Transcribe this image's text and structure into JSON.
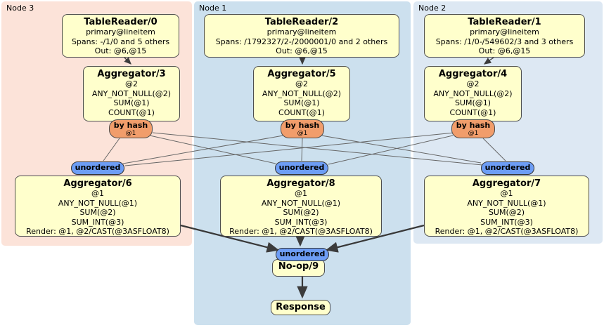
{
  "regions": [
    {
      "label": "Node 3"
    },
    {
      "label": "Node 1"
    },
    {
      "label": "Node 2"
    }
  ],
  "processors": {
    "tablereader0": {
      "title": "TableReader/0",
      "index": "primary@lineitem",
      "spans": "Spans: -/1/0 and 5 others",
      "out": "Out: @6,@15"
    },
    "tablereader2": {
      "title": "TableReader/2",
      "index": "primary@lineitem",
      "spans": "Spans: /1792327/2-/2000001/0 and 2 others",
      "out": "Out: @6,@15"
    },
    "tablereader1": {
      "title": "TableReader/1",
      "index": "primary@lineitem",
      "spans": "Spans: /1/0-/549602/3 and 3 others",
      "out": "Out: @6,@15"
    },
    "aggregator3": {
      "title": "Aggregator/3",
      "group": "@2",
      "agg1": "ANY_NOT_NULL(@2)",
      "agg2": "SUM(@1)",
      "agg3": "COUNT(@1)"
    },
    "aggregator5": {
      "title": "Aggregator/5",
      "group": "@2",
      "agg1": "ANY_NOT_NULL(@2)",
      "agg2": "SUM(@1)",
      "agg3": "COUNT(@1)"
    },
    "aggregator4": {
      "title": "Aggregator/4",
      "group": "@2",
      "agg1": "ANY_NOT_NULL(@2)",
      "agg2": "SUM(@1)",
      "agg3": "COUNT(@1)"
    },
    "aggregator6": {
      "title": "Aggregator/6",
      "group": "@1",
      "agg1": "ANY_NOT_NULL(@1)",
      "agg2": "SUM(@2)",
      "agg3": "SUM_INT(@3)",
      "render": "Render: @1, @2/CAST(@3ASFLOAT8)"
    },
    "aggregator8": {
      "title": "Aggregator/8",
      "group": "@1",
      "agg1": "ANY_NOT_NULL(@1)",
      "agg2": "SUM(@2)",
      "agg3": "SUM_INT(@3)",
      "render": "Render: @1, @2/CAST(@3ASFLOAT8)"
    },
    "aggregator7": {
      "title": "Aggregator/7",
      "group": "@1",
      "agg1": "ANY_NOT_NULL(@1)",
      "agg2": "SUM(@2)",
      "agg3": "SUM_INT(@3)",
      "render": "Render: @1, @2/CAST(@3ASFLOAT8)"
    },
    "noop9": {
      "title": "No-op/9"
    },
    "response": {
      "title": "Response"
    }
  },
  "routers": {
    "by_hash": {
      "label": "by hash",
      "key": "@1"
    },
    "unordered": {
      "label": "unordered"
    }
  },
  "colors": {
    "node3_bg": "#fce3d9",
    "node1_bg": "#cce0ee",
    "node2_bg": "#dde8f3",
    "box_bg": "#ffffcc",
    "hash_router_bg": "#f19d6b",
    "unordered_bg": "#6d9df5"
  }
}
